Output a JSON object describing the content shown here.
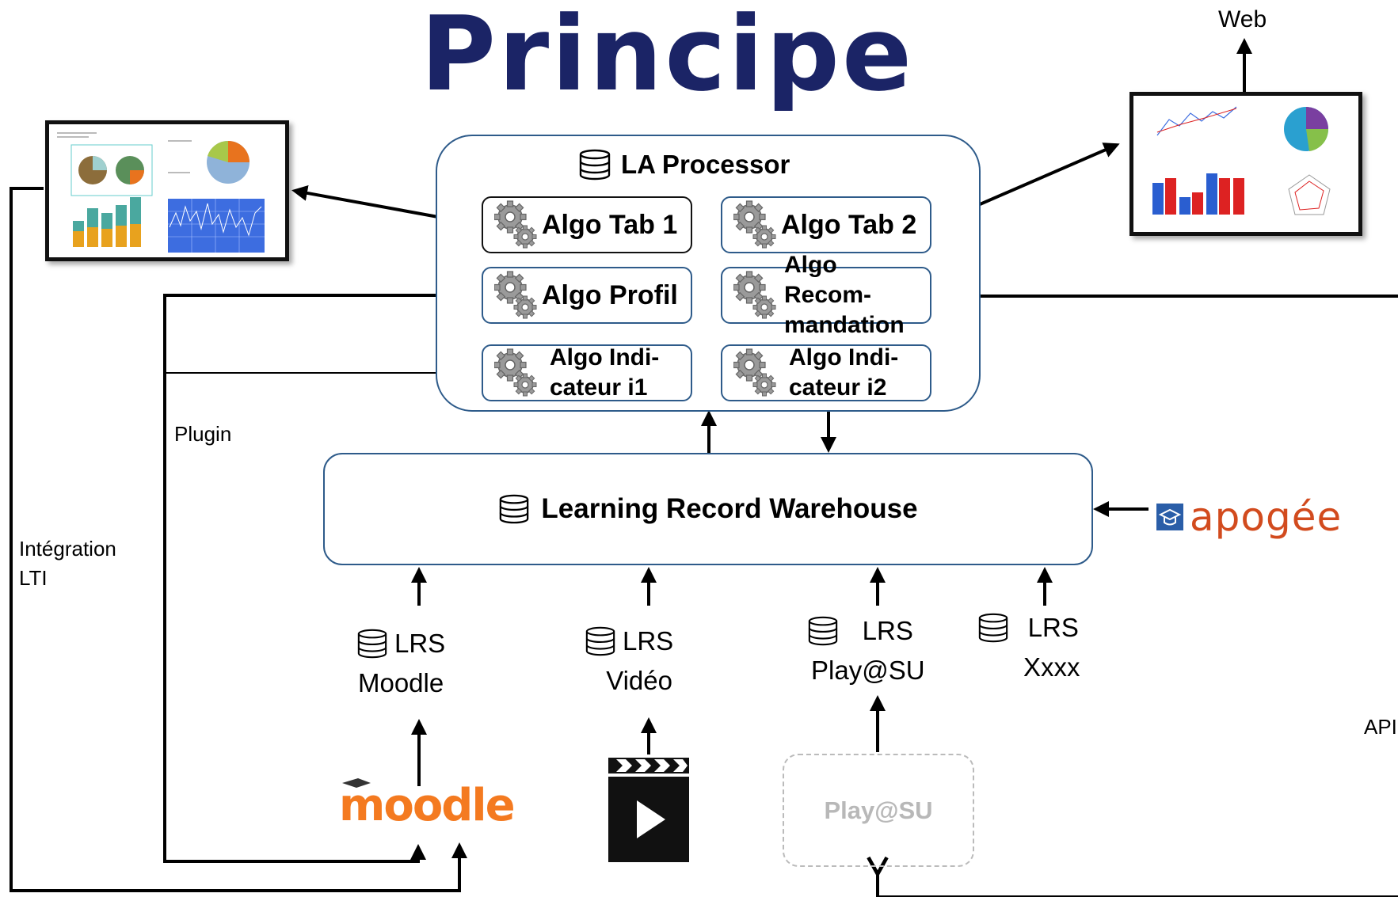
{
  "title": "Principe",
  "processor": {
    "title": "LA Processor",
    "algos": {
      "tab1": [
        "Algo Tab 1"
      ],
      "tab2": [
        "Algo Tab 2"
      ],
      "profil": [
        "Algo Profil"
      ],
      "recom": [
        "Algo Recom-",
        "mandation"
      ],
      "i1": [
        "Algo Indi-",
        "cateur i1"
      ],
      "i2": [
        "Algo Indi-",
        "cateur i2"
      ]
    }
  },
  "warehouse": {
    "title": "Learning Record Warehouse"
  },
  "lrs": {
    "moodle": [
      "LRS",
      "Moodle"
    ],
    "video": [
      "LRS",
      "Vidéo"
    ],
    "playsu": [
      "LRS",
      "Play@SU"
    ],
    "xxxx": [
      "LRS",
      "Xxxx"
    ]
  },
  "labels": {
    "web": "Web",
    "plugin": "Plugin",
    "integration": [
      "Intégration",
      "LTI"
    ],
    "api": "API"
  },
  "sources": {
    "moodle_logo": "moodle",
    "playsu_box": "Play@SU",
    "apogee_logo": "apogée",
    "video_icon": "clapperboard-play-icon"
  },
  "colors": {
    "title": "#1b2466",
    "box_border": "#2e5b8a",
    "moodle": "#f47a20",
    "apogee": "#d24b1e",
    "apogee_badge": "#2a5ea8"
  }
}
